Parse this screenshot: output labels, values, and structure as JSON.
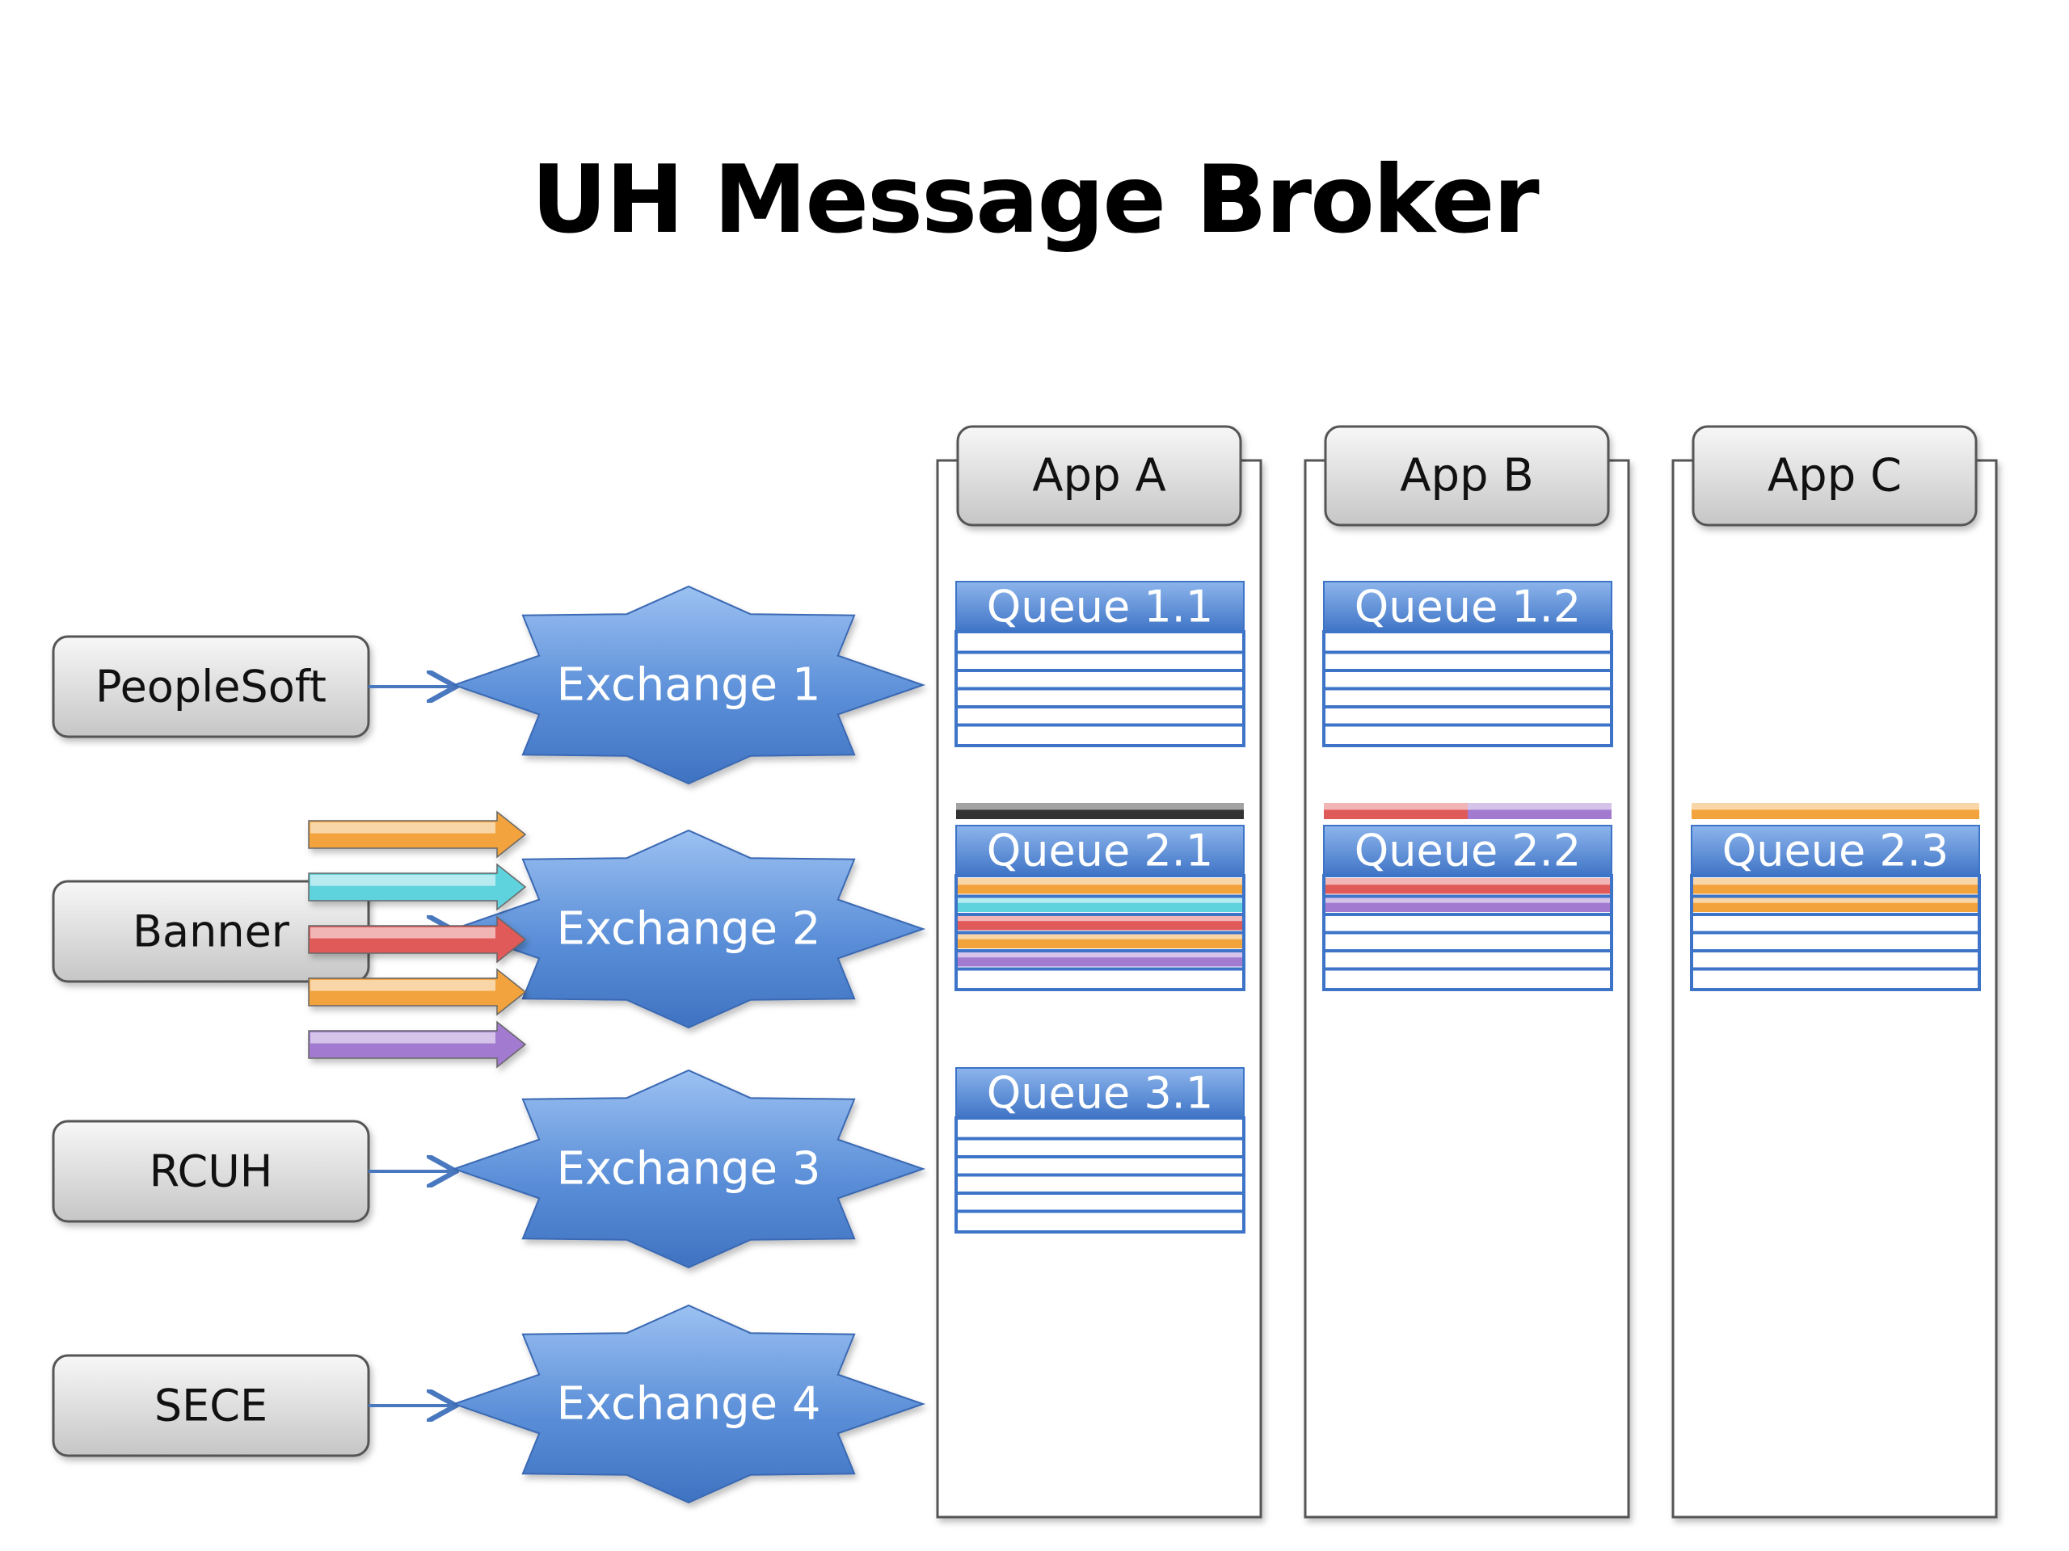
{
  "title": "UH Message Broker",
  "colors": {
    "exchange": "#5b8fd8",
    "queue_header": "#4f86d6",
    "queue_line": "#3d74c8",
    "source_fill": "#dcdcdc",
    "msg_orange": "#f2a33c",
    "msg_cyan": "#5fd3dd",
    "msg_red": "#e05a5a",
    "msg_purple": "#a27ad0",
    "msg_black": "#333333"
  },
  "sources": [
    {
      "label": "PeopleSoft"
    },
    {
      "label": "Banner"
    },
    {
      "label": "RCUH"
    },
    {
      "label": "SECE"
    }
  ],
  "exchanges": [
    {
      "label": "Exchange 1"
    },
    {
      "label": "Exchange 2"
    },
    {
      "label": "Exchange 3"
    },
    {
      "label": "Exchange 4"
    }
  ],
  "banner_arrows": [
    "msg_orange",
    "msg_cyan",
    "msg_red",
    "msg_orange",
    "msg_purple"
  ],
  "apps": [
    {
      "label": "App A",
      "queues": [
        {
          "label": "Queue 1.1",
          "top": [],
          "messages": []
        },
        {
          "label": "Queue 2.1",
          "top": [
            "msg_black"
          ],
          "messages": [
            "msg_orange",
            "msg_cyan",
            "msg_red",
            "msg_orange",
            "msg_purple"
          ]
        },
        {
          "label": "Queue 3.1",
          "top": [],
          "messages": []
        }
      ]
    },
    {
      "label": "App B",
      "queues": [
        {
          "label": "Queue 1.2",
          "top": [],
          "messages": []
        },
        {
          "label": "Queue 2.2",
          "top": [
            "msg_red|msg_purple"
          ],
          "messages": [
            "msg_red",
            "msg_purple"
          ]
        }
      ]
    },
    {
      "label": "App C",
      "queues": [
        {
          "label": "Queue 2.3",
          "top": [
            "msg_orange"
          ],
          "messages": [
            "msg_orange",
            "msg_orange"
          ]
        }
      ]
    }
  ]
}
